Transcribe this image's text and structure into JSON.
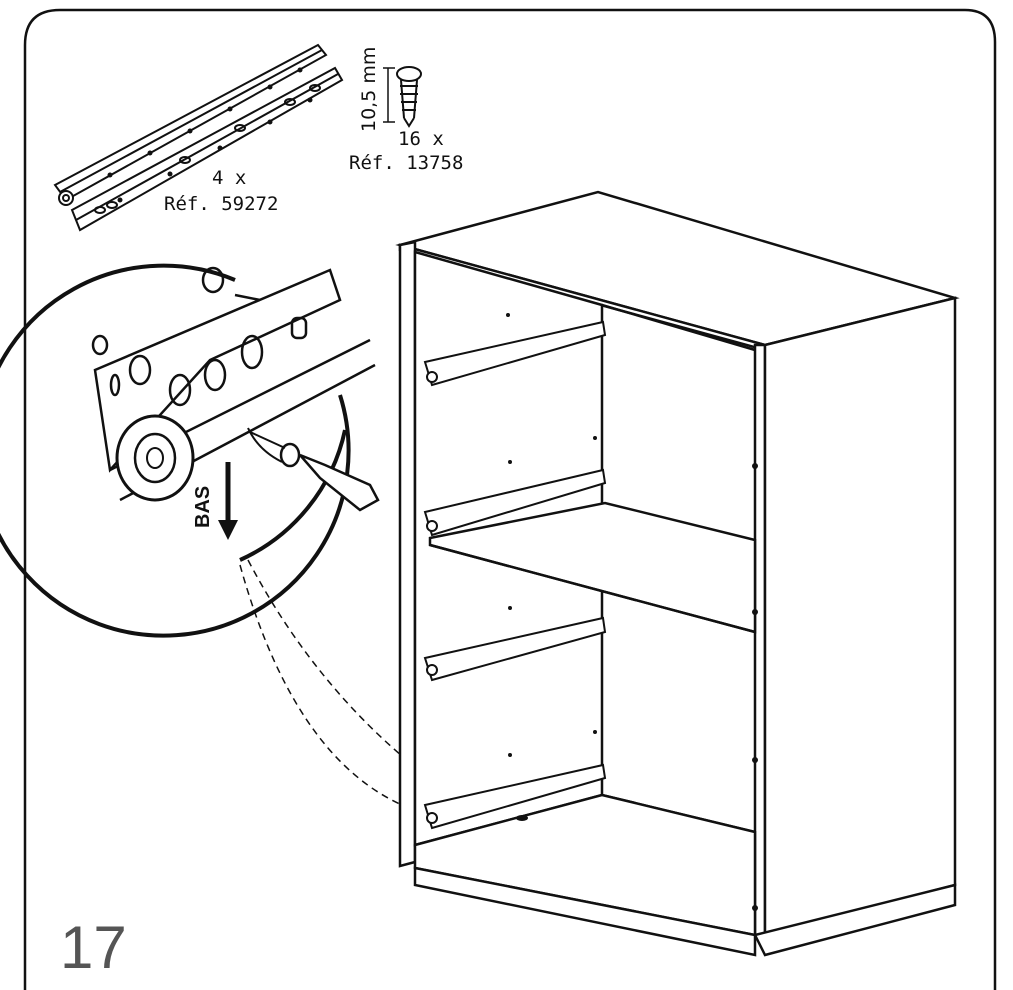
{
  "step": {
    "number": "17"
  },
  "parts": {
    "rail": {
      "quantity": "4 x",
      "reference": "Réf. 59272"
    },
    "screw": {
      "quantity": "16 x",
      "reference": "Réf. 13758",
      "length": "10,5 mm"
    }
  },
  "detail": {
    "direction_label": "BAS"
  },
  "colors": {
    "line": "#111111",
    "step_number": "#555555",
    "background": "#ffffff"
  }
}
